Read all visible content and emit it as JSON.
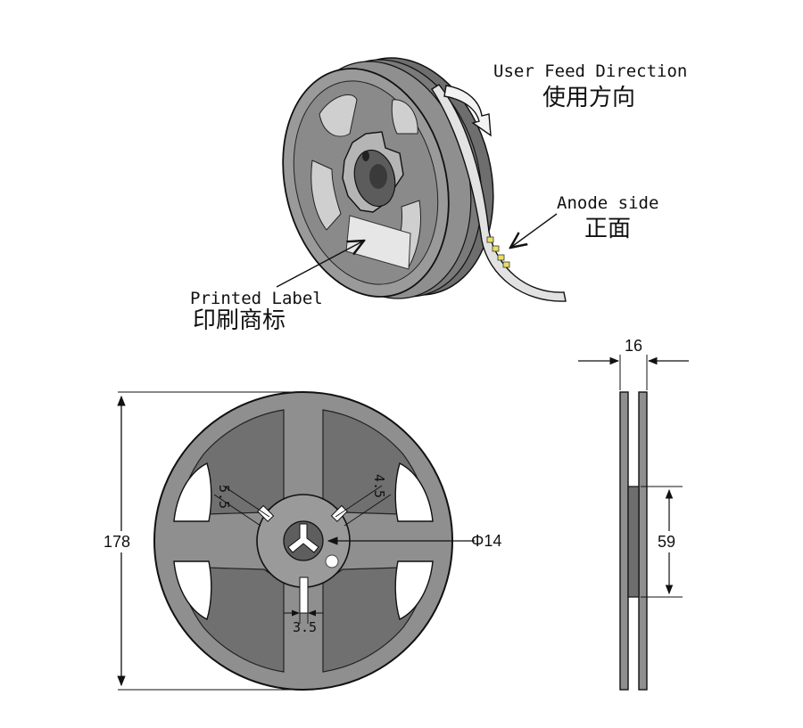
{
  "labels": {
    "feed_direction_en": "User Feed Direction",
    "feed_direction_zh": "使用方向",
    "anode_en": "Anode side",
    "anode_zh": "正面",
    "printed_label_en": "Printed Label",
    "printed_label_zh": "印刷商标"
  },
  "dimensions": {
    "reel_diameter": "178",
    "hub_hole": "Φ14",
    "slot_left": "5.5",
    "slot_right": "4.5",
    "slot_bottom": "3.5",
    "reel_width": "16",
    "hub_diameter": "59"
  },
  "colors": {
    "reel_fill": "#8f8f8f",
    "reel_dark": "#6e6e6e",
    "tape_fill": "#d9d9d9",
    "line": "#111111"
  }
}
